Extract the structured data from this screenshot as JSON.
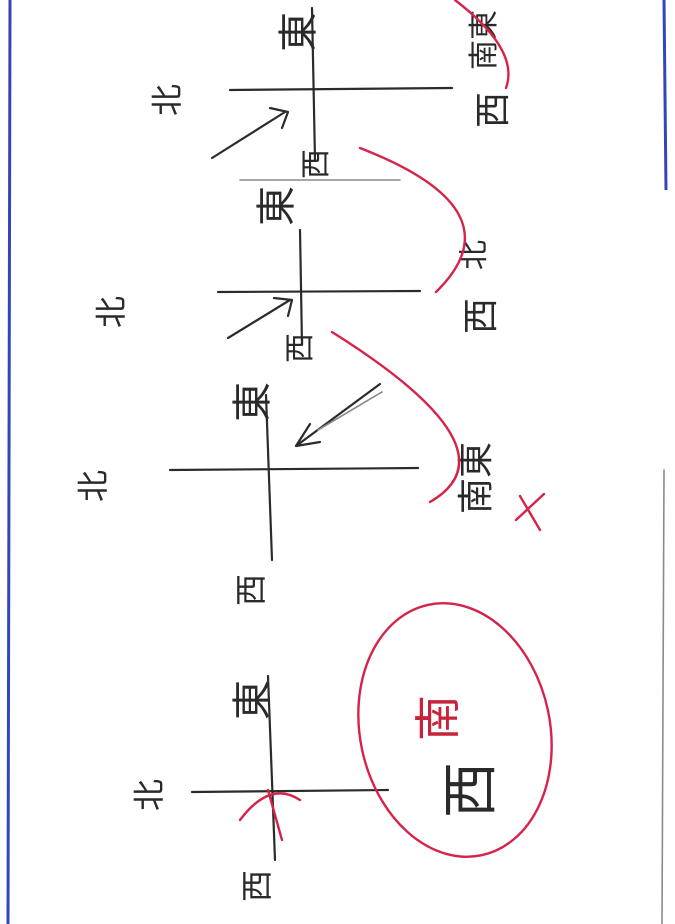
{
  "directions": {
    "north": "北",
    "east": "東",
    "west": "西",
    "south_east": "南東",
    "south_west": "南西"
  },
  "answer": {
    "word": "南西",
    "top_char": "南",
    "bottom_char": "西"
  },
  "colors": {
    "pencil": "#2b2b2b",
    "red_pen": "#d6234a",
    "blue_margin": "#3346b8",
    "paper": "#ffffff"
  }
}
